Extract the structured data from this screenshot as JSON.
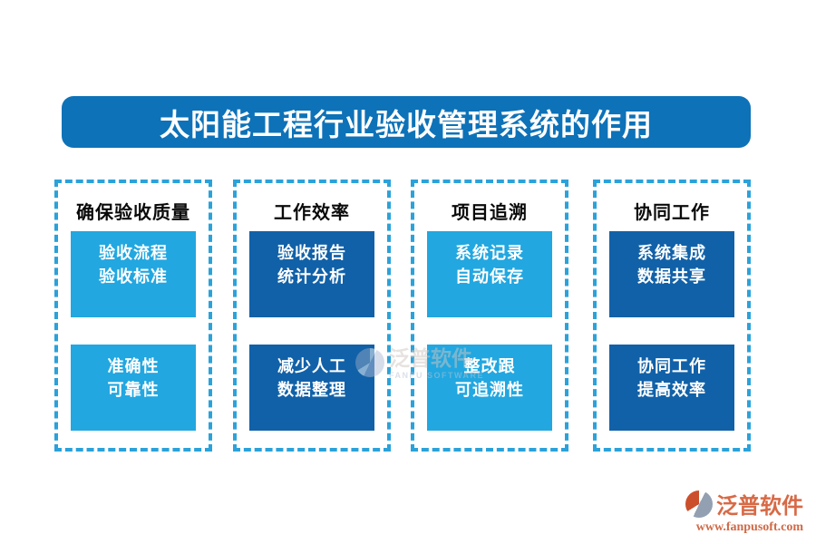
{
  "title": "太阳能工程行业验收管理系统的作用",
  "columns": [
    {
      "header": "确保验收质量",
      "tone": "light",
      "boxes": [
        {
          "lines": [
            "验收流程",
            "验收标准"
          ]
        },
        {
          "lines": [
            "准确性",
            "可靠性"
          ]
        }
      ]
    },
    {
      "header": "工作效率",
      "tone": "dark",
      "boxes": [
        {
          "lines": [
            "验收报告",
            "统计分析"
          ]
        },
        {
          "lines": [
            "减少人工",
            "数据整理"
          ]
        }
      ]
    },
    {
      "header": "项目追溯",
      "tone": "light",
      "boxes": [
        {
          "lines": [
            "系统记录",
            "自动保存"
          ]
        },
        {
          "lines": [
            "整改跟",
            "可追溯性"
          ]
        }
      ]
    },
    {
      "header": "协同工作",
      "tone": "dark",
      "boxes": [
        {
          "lines": [
            "系统集成",
            "数据共享"
          ]
        },
        {
          "lines": [
            "协同工作",
            "提高效率"
          ]
        }
      ]
    }
  ],
  "watermark": {
    "name": "泛普软件",
    "sub": "FANPU SOFTWARE"
  },
  "footer": {
    "brand": "泛普软件",
    "url": "www.fanpusoft.com"
  },
  "colors": {
    "title_bg": "#0d72b8",
    "light_box": "#22a7e0",
    "dark_box": "#1161a8",
    "dashed_border": "#2ba2da",
    "brand_orange": "#d86a46"
  }
}
